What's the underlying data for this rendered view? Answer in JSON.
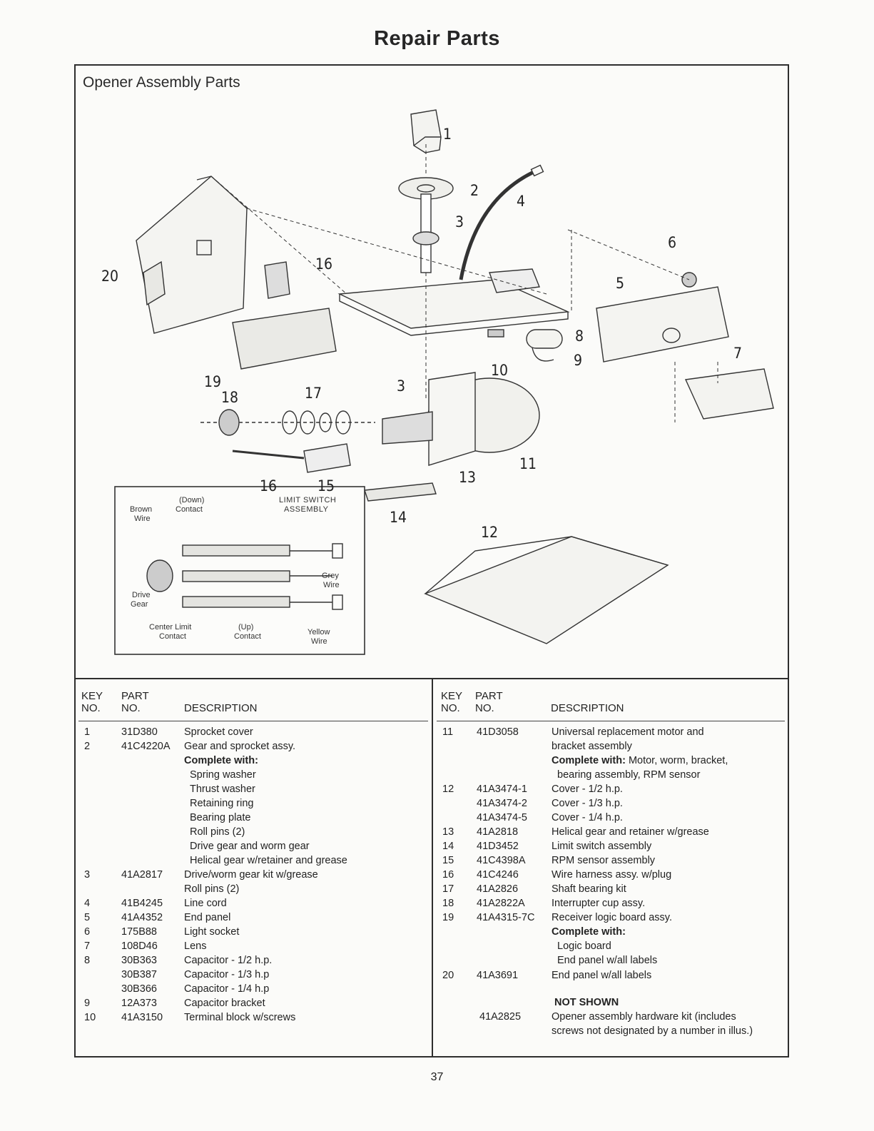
{
  "title": "Repair Parts",
  "section_title": "Opener Assembly Parts",
  "inset": {
    "title_line1": "LIMIT SWITCH",
    "title_line2": "ASSEMBLY",
    "down_line1": "(Down)",
    "down_line2": "Contact",
    "brown_line1": "Brown",
    "brown_line2": "Wire",
    "grey_line1": "Grey",
    "grey_line2": "Wire",
    "drive_line1": "Drive",
    "drive_line2": "Gear",
    "center_line1": "Center Limit",
    "center_line2": "Contact",
    "up_line1": "(Up)",
    "up_line2": "Contact",
    "yellow_line1": "Yellow",
    "yellow_line2": "Wire"
  },
  "callouts": {
    "c1": "1",
    "c2": "2",
    "c3a": "3",
    "c3b": "3",
    "c4": "4",
    "c5": "5",
    "c6": "6",
    "c7": "7",
    "c8": "8",
    "c9": "9",
    "c10": "10",
    "c11": "11",
    "c12": "12",
    "c13": "13",
    "c14": "14",
    "c15": "15",
    "c16a": "16",
    "c16b": "16",
    "c17": "17",
    "c18": "18",
    "c19": "19",
    "c20": "20"
  },
  "table": {
    "key_header": "KEY",
    "no_header": "NO.",
    "part_header": "PART",
    "part_no_header": "NO.",
    "desc_header": "DESCRIPTION"
  },
  "left_rows": [
    {
      "key": "1",
      "part": "31D380",
      "desc": "Sprocket cover",
      "bold": false,
      "indent": false
    },
    {
      "key": "2",
      "part": "41C4220A",
      "desc": "Gear and sprocket assy.",
      "bold": false,
      "indent": false
    },
    {
      "key": "",
      "part": "",
      "desc": "Complete with:",
      "bold": true,
      "indent": false
    },
    {
      "key": "",
      "part": "",
      "desc": "Spring washer",
      "bold": false,
      "indent": true
    },
    {
      "key": "",
      "part": "",
      "desc": "Thrust washer",
      "bold": false,
      "indent": true
    },
    {
      "key": "",
      "part": "",
      "desc": "Retaining ring",
      "bold": false,
      "indent": true
    },
    {
      "key": "",
      "part": "",
      "desc": "Bearing plate",
      "bold": false,
      "indent": true
    },
    {
      "key": "",
      "part": "",
      "desc": "Roll pins (2)",
      "bold": false,
      "indent": true
    },
    {
      "key": "",
      "part": "",
      "desc": "Drive gear and worm gear",
      "bold": false,
      "indent": true
    },
    {
      "key": "",
      "part": "",
      "desc": "Helical gear w/retainer and grease",
      "bold": false,
      "indent": true
    },
    {
      "key": "3",
      "part": "41A2817",
      "desc": "Drive/worm gear kit w/grease",
      "bold": false,
      "indent": false
    },
    {
      "key": "",
      "part": "",
      "desc": "Roll pins (2)",
      "bold": false,
      "indent": false
    },
    {
      "key": "4",
      "part": "41B4245",
      "desc": "Line cord",
      "bold": false,
      "indent": false
    },
    {
      "key": "5",
      "part": "41A4352",
      "desc": "End panel",
      "bold": false,
      "indent": false
    },
    {
      "key": "6",
      "part": "175B88",
      "desc": "Light socket",
      "bold": false,
      "indent": false
    },
    {
      "key": "7",
      "part": "108D46",
      "desc": "Lens",
      "bold": false,
      "indent": false
    },
    {
      "key": "8",
      "part": "30B363",
      "desc": "Capacitor - 1/2 h.p.",
      "bold": false,
      "indent": false
    },
    {
      "key": "",
      "part": "30B387",
      "desc": "Capacitor - 1/3 h.p",
      "bold": false,
      "indent": false
    },
    {
      "key": "",
      "part": "30B366",
      "desc": "Capacitor - 1/4 h.p",
      "bold": false,
      "indent": false
    },
    {
      "key": "9",
      "part": "12A373",
      "desc": "Capacitor bracket",
      "bold": false,
      "indent": false
    },
    {
      "key": "10",
      "part": "41A3150",
      "desc": "Terminal block w/screws",
      "bold": false,
      "indent": false
    }
  ],
  "right_rows": [
    {
      "key": "11",
      "part": "41D3058",
      "desc": "Universal replacement motor and",
      "bold": false,
      "indent": false
    },
    {
      "key": "",
      "part": "",
      "desc": "bracket assembly",
      "bold": false,
      "indent": false
    },
    {
      "key": "",
      "part": "",
      "desc_bold": "Complete with:",
      "desc": " Motor, worm, bracket,",
      "bold": false,
      "indent": false
    },
    {
      "key": "",
      "part": "",
      "desc": "bearing assembly, RPM sensor",
      "bold": false,
      "indent": true
    },
    {
      "key": "12",
      "part": "41A3474-1",
      "desc": "Cover - 1/2 h.p.",
      "bold": false,
      "indent": false
    },
    {
      "key": "",
      "part": "41A3474-2",
      "desc": "Cover - 1/3 h.p.",
      "bold": false,
      "indent": false
    },
    {
      "key": "",
      "part": "41A3474-5",
      "desc": "Cover - 1/4 h.p.",
      "bold": false,
      "indent": false
    },
    {
      "key": "13",
      "part": "41A2818",
      "desc": "Helical gear and retainer w/grease",
      "bold": false,
      "indent": false
    },
    {
      "key": "14",
      "part": "41D3452",
      "desc": "Limit switch assembly",
      "bold": false,
      "indent": false
    },
    {
      "key": "15",
      "part": "41C4398A",
      "desc": "RPM sensor assembly",
      "bold": false,
      "indent": false
    },
    {
      "key": "16",
      "part": "41C4246",
      "desc": "Wire harness assy. w/plug",
      "bold": false,
      "indent": false
    },
    {
      "key": "17",
      "part": "41A2826",
      "desc": "Shaft bearing kit",
      "bold": false,
      "indent": false
    },
    {
      "key": "18",
      "part": "41A2822A",
      "desc": "Interrupter cup assy.",
      "bold": false,
      "indent": false
    },
    {
      "key": "19",
      "part": "41A4315-7C",
      "desc": "Receiver logic board assy.",
      "bold": false,
      "indent": false
    },
    {
      "key": "",
      "part": "",
      "desc": "Complete with:",
      "bold": true,
      "indent": false
    },
    {
      "key": "",
      "part": "",
      "desc": "Logic board",
      "bold": false,
      "indent": true
    },
    {
      "key": "",
      "part": "",
      "desc": "End panel w/all labels",
      "bold": false,
      "indent": true
    },
    {
      "key": "20",
      "part": "41A3691",
      "desc": "End panel w/all labels",
      "bold": false,
      "indent": false
    }
  ],
  "not_shown": {
    "heading": "NOT SHOWN",
    "part": "41A2825",
    "desc_line1": "Opener assembly hardware kit (includes",
    "desc_line2": "screws not designated by a number in illus.)"
  },
  "page_number": "37"
}
